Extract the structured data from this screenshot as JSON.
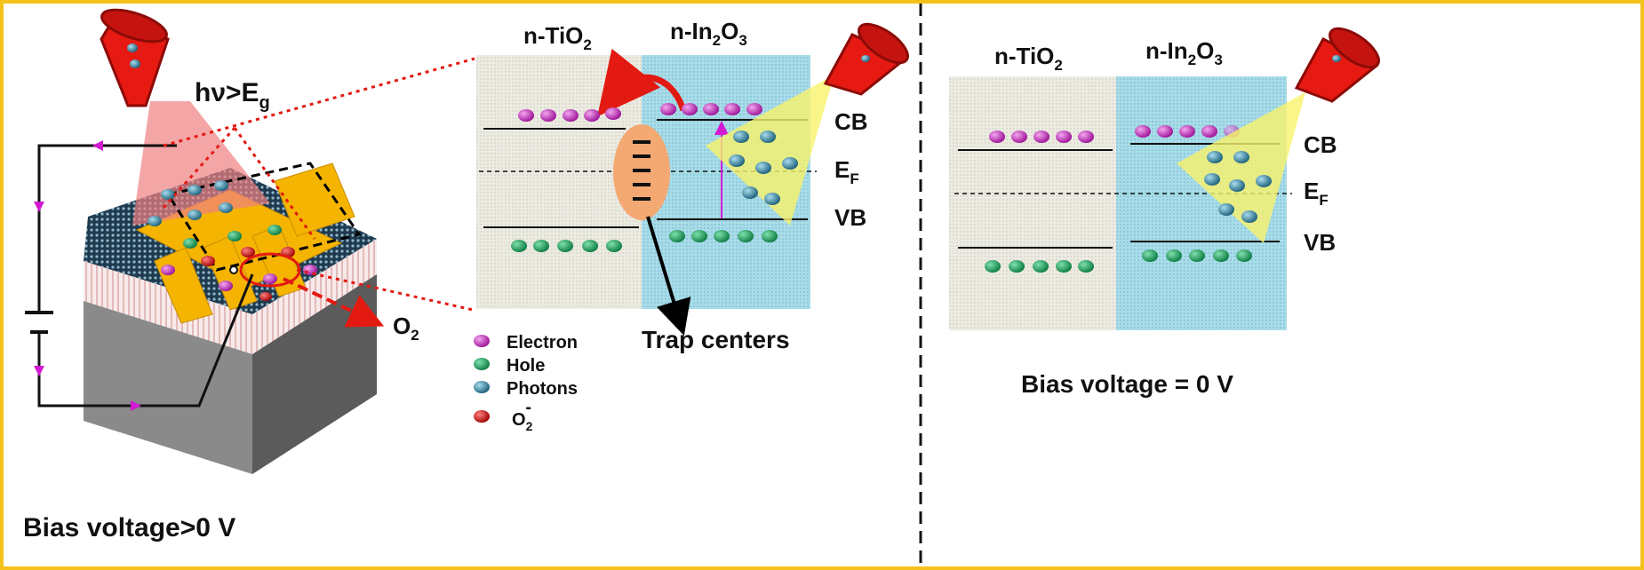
{
  "left": {
    "photon_label": "hν>E",
    "photon_label_sub": "g",
    "oxygen_label": "O",
    "oxygen_sub": "2",
    "bias_label": "Bias voltage>0 V"
  },
  "middle": {
    "tio2_prefix": "n-TiO",
    "tio2_sub": "2",
    "in2o3_prefix": "n-In",
    "in2o3_sub1": "2",
    "in2o3_mid": "O",
    "in2o3_sub2": "3",
    "cb": "CB",
    "ef_main": "E",
    "ef_sub": "F",
    "vb": "VB",
    "trap_label": "Trap centers"
  },
  "legend": {
    "electron": "Electron",
    "hole": "Hole",
    "photons": "Photons",
    "o2_main": "O",
    "o2_sub": "2",
    "o2_sup": "-"
  },
  "right": {
    "tio2_prefix": "n-TiO",
    "tio2_sub": "2",
    "in2o3_prefix": "n-In",
    "in2o3_sub1": "2",
    "in2o3_mid": "O",
    "in2o3_sub2": "3",
    "cb": "CB",
    "ef_main": "E",
    "ef_sub": "F",
    "vb": "VB",
    "bias_label": "Bias voltage = 0 V"
  },
  "colors": {
    "frame": "#f5c21b",
    "electron": "#c81fc0",
    "hole": "#12a35a",
    "photon": "#2a88a8",
    "o2_ion": "#e01010",
    "tio2_region": "#ecebe2",
    "in2o3_region": "#a9dce9",
    "beam": "#f8f36a",
    "laser": "#e61a12",
    "gold": "#f5b400"
  }
}
